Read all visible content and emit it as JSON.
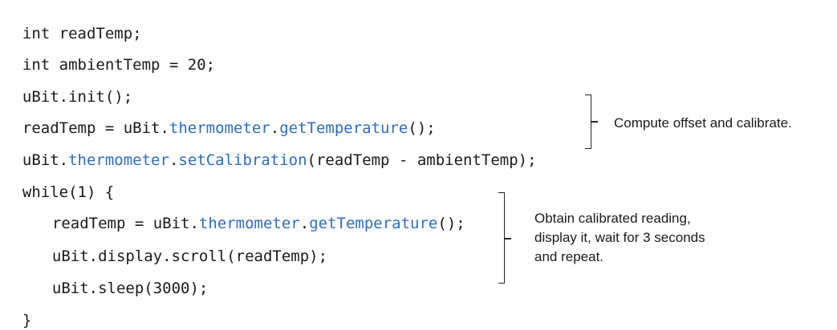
{
  "accent_color": "#2b6cc4",
  "code": {
    "line1": {
      "text": "int readTemp;"
    },
    "line2": {
      "text": "int ambientTemp = 20;"
    },
    "line3": {
      "text": "uBit.init();"
    },
    "line4": {
      "pre": "readTemp = uBit.",
      "member": "thermometer",
      "dot": ".",
      "method": "getTemperature",
      "post": "();"
    },
    "line5": {
      "pre": "uBit.",
      "member": "thermometer",
      "dot": ".",
      "method": "setCalibration",
      "post": "(readTemp - ambientTemp);"
    },
    "line6": {
      "text": "while(1) {"
    },
    "line7": {
      "pre": "readTemp = uBit.",
      "member": "thermometer",
      "dot": ".",
      "method": "getTemperature",
      "post": "();"
    },
    "line8": {
      "text": "uBit.display.scroll(readTemp);"
    },
    "line9": {
      "text": "uBit.sleep(3000);"
    },
    "line10": {
      "text": "}"
    }
  },
  "annotations": {
    "calibrate": "Compute offset and calibrate.",
    "loop_line1": "Obtain calibrated reading,",
    "loop_line2": "display it, wait for 3 seconds",
    "loop_line3": "and repeat."
  }
}
